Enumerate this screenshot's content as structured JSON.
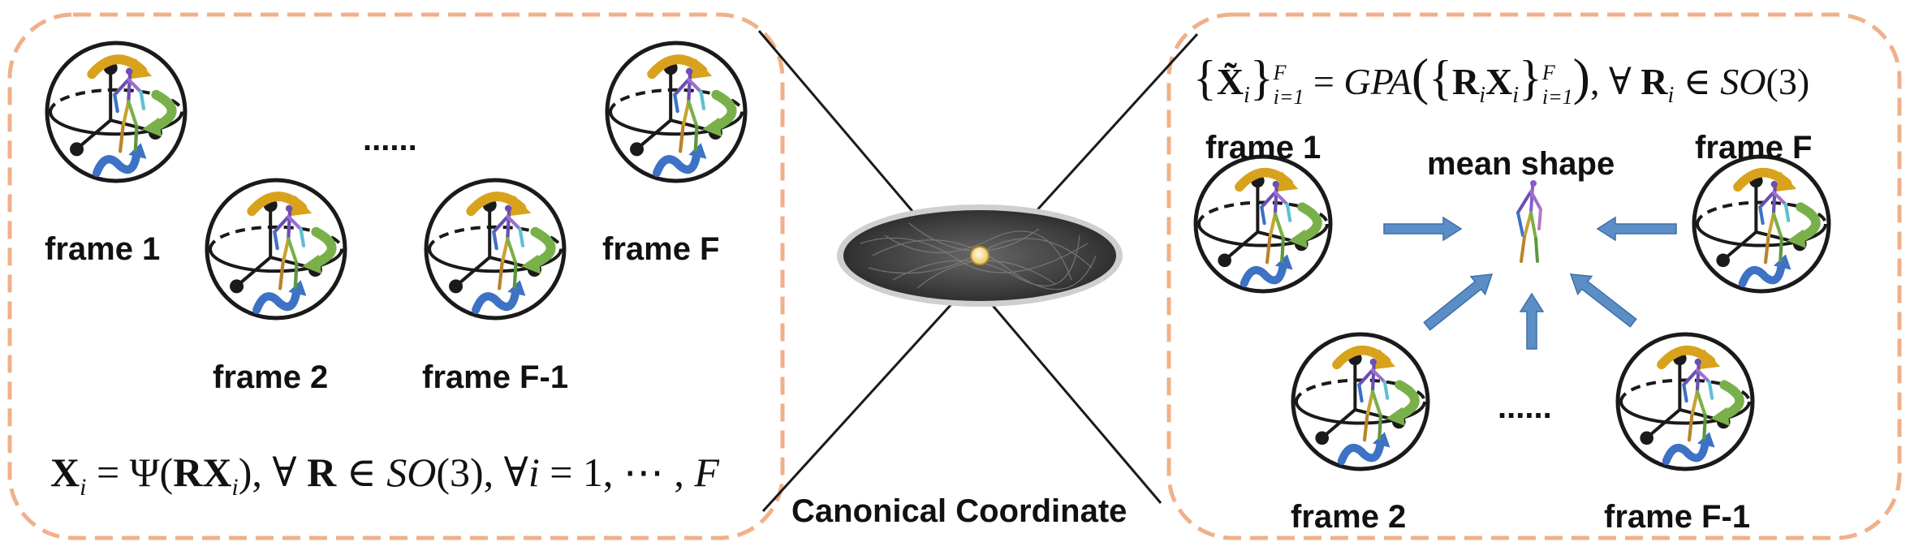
{
  "left_panel": {
    "labels": {
      "frame1": "frame 1",
      "frame2": "frame 2",
      "frameF1": "frame F-1",
      "frameF": "frame F",
      "dots": "......"
    },
    "formula": {
      "lhs": "X",
      "lhs_sub": "i",
      "eq": " = Ψ(",
      "R": "R",
      "X": "X",
      "sub": "i",
      "mid": "), ∀ ",
      "R2": "R",
      "in": " ∈ ",
      "so": "SO",
      "rest": "(3), ∀",
      "iv": "i",
      "tail": " = 1, ⋯ , ",
      "F": "F"
    }
  },
  "center": {
    "label": "Canonical Coordinate"
  },
  "right_panel": {
    "labels": {
      "frame1": "frame 1",
      "frameF": "frame F",
      "frame2": "frame 2",
      "frameF1": "frame F-1",
      "mean_shape": "mean shape",
      "dots": "......"
    },
    "formula": {
      "open": "{",
      "X": "X̃",
      "sub": "i",
      "close": "}",
      "sup": "F",
      "range": "i=1",
      "eq": " = ",
      "gpa": "GPA",
      "paren_open": "(",
      "open2": "{",
      "R": "R",
      "X2": "X",
      "sub2": "i",
      "close2": "}",
      "paren_close": ")",
      "forall": ", ∀ ",
      "R3": "R",
      "in": " ∈ ",
      "so": "SO",
      "three": "(3)"
    }
  },
  "colors": {
    "panel_border": "#f0b089",
    "arrow": "#5b8ec6",
    "gold": "#d8a21c",
    "green": "#7ab04a",
    "blue": "#3d72c4",
    "dark": "#1a1a1a",
    "center_dot": "#f6df90"
  }
}
